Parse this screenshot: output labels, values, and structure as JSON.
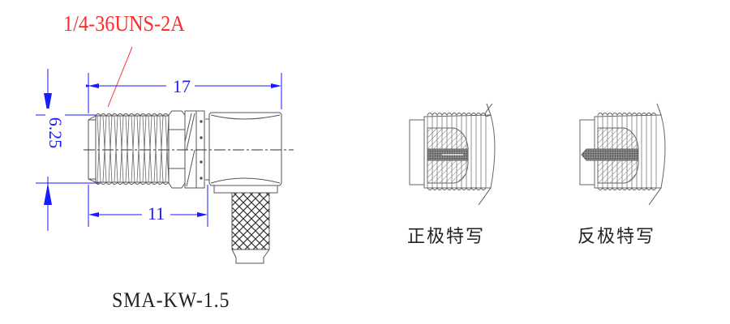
{
  "drawing": {
    "thread_spec": "1/4-36UNS-2A",
    "model": "SMA-KW-1.5",
    "dimensions": {
      "overall_length": "17",
      "thread_length": "11",
      "thread_diameter": "6.25"
    },
    "details": [
      {
        "caption": "正极特写",
        "pin_type": "female-socket"
      },
      {
        "caption": "反极特写",
        "pin_type": "male-pin"
      }
    ],
    "colors": {
      "dimension": "#1a1aff",
      "annotation": "#ff2a2a",
      "outline": "#555555",
      "text": "#222222"
    }
  }
}
